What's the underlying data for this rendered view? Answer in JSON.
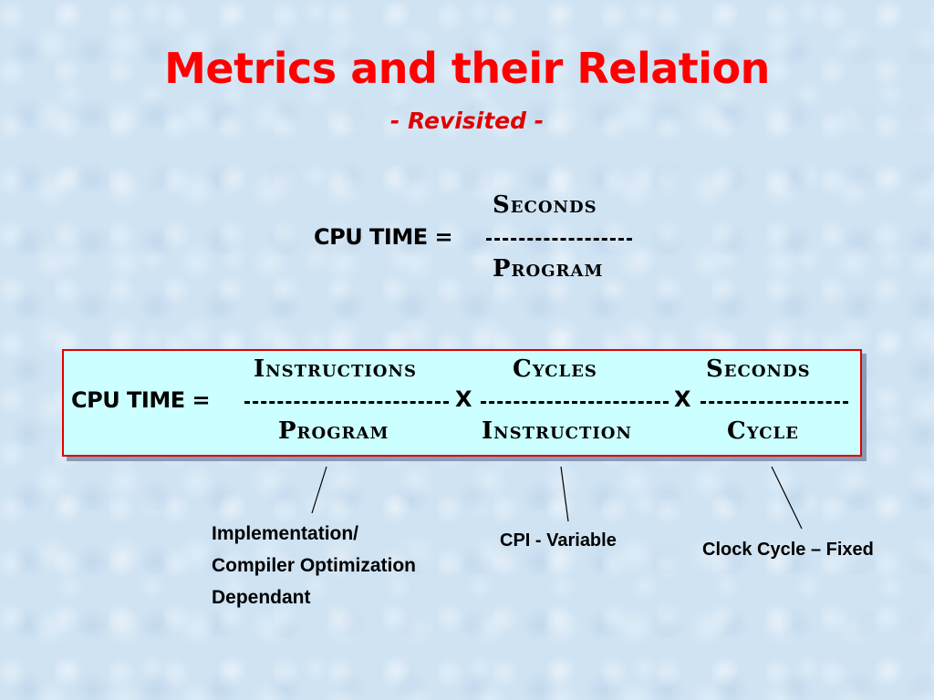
{
  "slide": {
    "title": "Metrics and their Relation",
    "subtitle": "- Revisited -"
  },
  "equation_simple": {
    "lhs": "CPU TIME =",
    "numerator": "Seconds",
    "denominator": "Program"
  },
  "equation_expanded": {
    "lhs": "CPU TIME =",
    "terms": [
      {
        "numerator": "Instructions",
        "denominator": "Program"
      },
      {
        "numerator": "Cycles",
        "denominator": "Instruction"
      },
      {
        "numerator": "Seconds",
        "denominator": "Cycle"
      }
    ],
    "operator": "X",
    "box_border_color": "#e00000",
    "box_fill_color": "#ccffff"
  },
  "annotations": [
    {
      "lines": [
        "Implementation/",
        "Compiler Optimization",
        "Dependant"
      ]
    },
    {
      "lines": [
        "CPI - Variable"
      ]
    },
    {
      "lines": [
        "Clock Cycle – Fixed"
      ]
    }
  ],
  "colors": {
    "title": "#ff0000",
    "background": "#cfe3f3"
  }
}
